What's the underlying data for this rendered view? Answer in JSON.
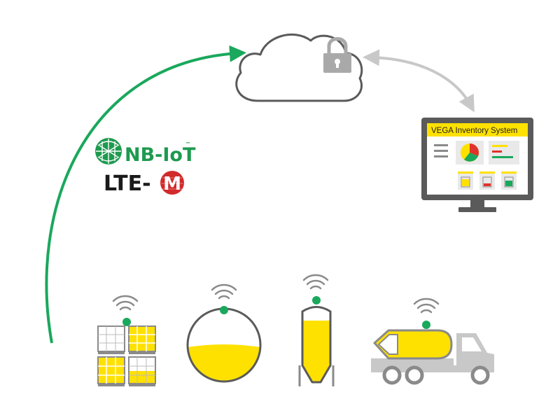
{
  "network": {
    "nb_iot_label": "NB-IoT",
    "nb_iot_tm": "™",
    "lte_label": "LTE-",
    "lte_m_letter": "M"
  },
  "dashboard": {
    "title": "VEGA Inventory System"
  },
  "colors": {
    "green": "#1aa85c",
    "yellow": "#ffe100",
    "gray_dark": "#5a5a5a",
    "gray_mid": "#8a8a8a",
    "gray_light": "#c8c8c8",
    "red": "#e0332b",
    "lock": "#a9a9a9",
    "nb_green": "#1e9a4f",
    "lte_red": "#d22a2a"
  },
  "icons": [
    "cloud-icon",
    "lock-icon",
    "monitor-icon",
    "wifi-signal-icon",
    "ibc-container-icon",
    "sphere-tank-icon",
    "silo-icon",
    "tanker-truck-icon"
  ]
}
